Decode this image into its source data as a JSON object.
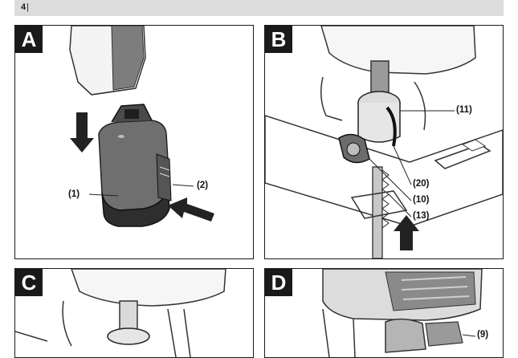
{
  "header": {
    "page_number": "4",
    "separator": "|"
  },
  "figures": {
    "a": {
      "letter": "A",
      "callouts": [
        "(1)",
        "(2)"
      ]
    },
    "b": {
      "letter": "B",
      "callouts": [
        "(11)",
        "(20)",
        "(10)",
        "(13)"
      ]
    },
    "c": {
      "letter": "C"
    },
    "d": {
      "letter": "D",
      "callouts": [
        "(9)"
      ]
    }
  },
  "colors": {
    "header_bar": "#dcdcdc",
    "badge": "#1a1a1a",
    "line_art": "#222222",
    "shade": "#7a7a7a"
  }
}
